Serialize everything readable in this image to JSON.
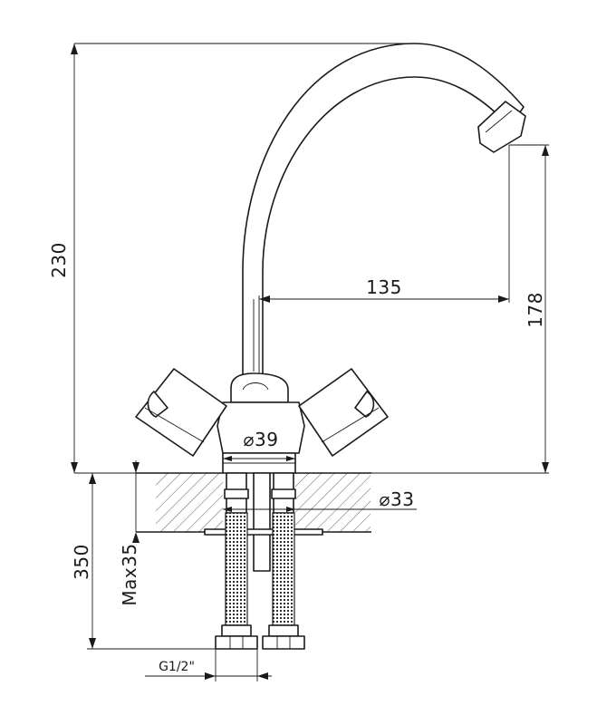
{
  "drawing": {
    "dimensions": {
      "overall_height": "230",
      "spout_reach": "135",
      "spout_height": "178",
      "base_diameter": "⌀39",
      "shank_diameter": "⌀33",
      "hose_length": "350",
      "max_counter_thickness": "Max35",
      "thread_size": "G1/2\""
    }
  }
}
